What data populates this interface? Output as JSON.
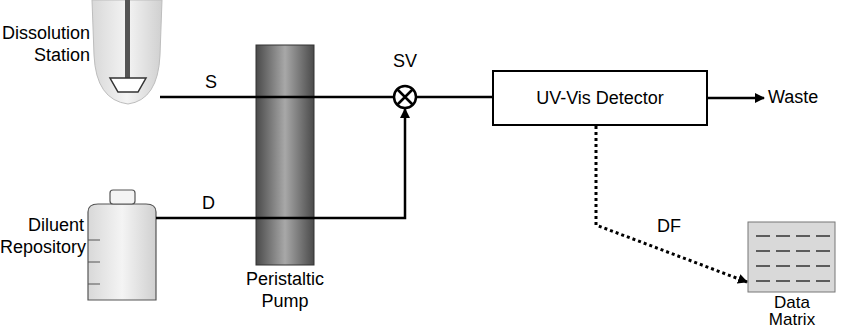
{
  "diagram": {
    "nodes": [
      {
        "text": [
          "Dissolution Station"
        ]
      },
      {
        "text": [
          "Diluent Repository"
        ]
      },
      {
        "text": [
          "Peristaltic Pump"
        ]
      },
      {
        "text": [
          "SV"
        ]
      },
      {
        "text": [
          "UV-Vis Detector"
        ]
      },
      {
        "text": [
          "Waste"
        ]
      },
      {
        "text": [
          "Data Matrix"
        ]
      }
    ],
    "edges": [
      {
        "from": 0,
        "to": 3,
        "label": "S",
        "arrow": "none"
      },
      {
        "from": 1,
        "to": 3,
        "label": "D",
        "arrow": "to"
      },
      {
        "from": 3,
        "to": 4,
        "arrow": "none"
      },
      {
        "from": 4,
        "to": 5,
        "arrow": "to"
      },
      {
        "from": 4,
        "to": 6,
        "label": "DF",
        "arrow": "to"
      }
    ]
  }
}
